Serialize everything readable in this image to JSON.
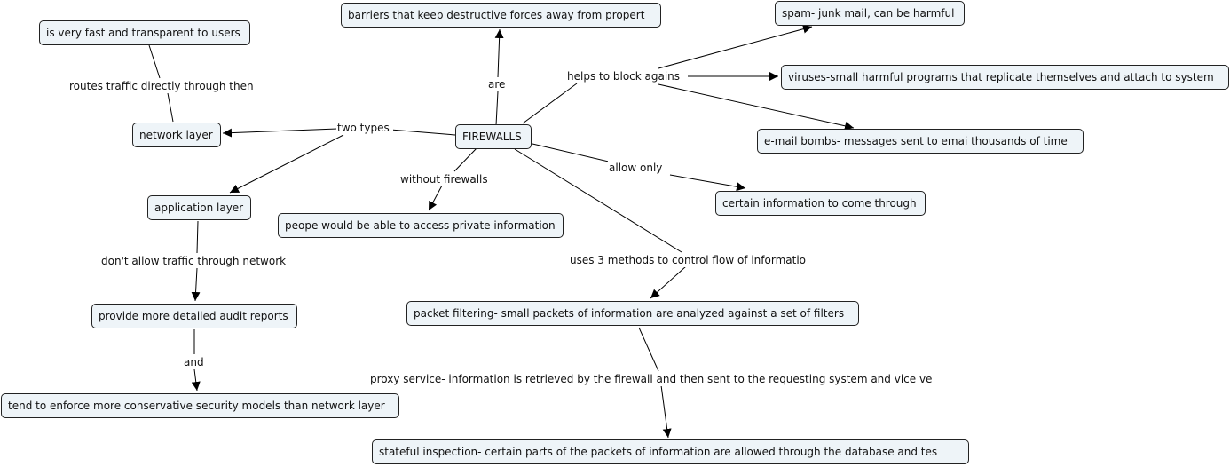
{
  "concept_map": {
    "nodes": {
      "firewalls": "FIREWALLS",
      "barriers": "barriers that keep destructive forces away from propert",
      "spam": "spam- junk mail, can be harmful",
      "viruses": "viruses-small harmful programs that replicate themselves and attach to system",
      "email_bombs": "e-mail bombs- messages sent to emai thousands of time",
      "certain_info": "certain information to come through",
      "fast_transparent": "is very fast and transparent to users",
      "network_layer": "network layer",
      "application_layer": "application layer",
      "people_access": "peope would be able to access private information",
      "audit_reports": "provide more detailed audit reports",
      "conservative": "tend to enforce more conservative security models than network layer",
      "packet_filtering": "packet filtering- small packets of information are analyzed against a set of filters",
      "stateful": "stateful inspection- certain parts of the packets of information are allowed through the database and tes"
    },
    "links": {
      "are": "are",
      "helps_block": "helps to block agains",
      "allow_only": "allow only",
      "two_types": "two types",
      "routes_traffic": "routes traffic directly through then",
      "without_firewalls": "without firewalls",
      "dont_allow": "don't allow traffic through network",
      "and": "and",
      "uses_3_methods": "uses 3 methods to control flow of informatio",
      "proxy_service": "proxy service- information is retrieved by the firewall and then sent to the requesting system and vice ve"
    }
  }
}
